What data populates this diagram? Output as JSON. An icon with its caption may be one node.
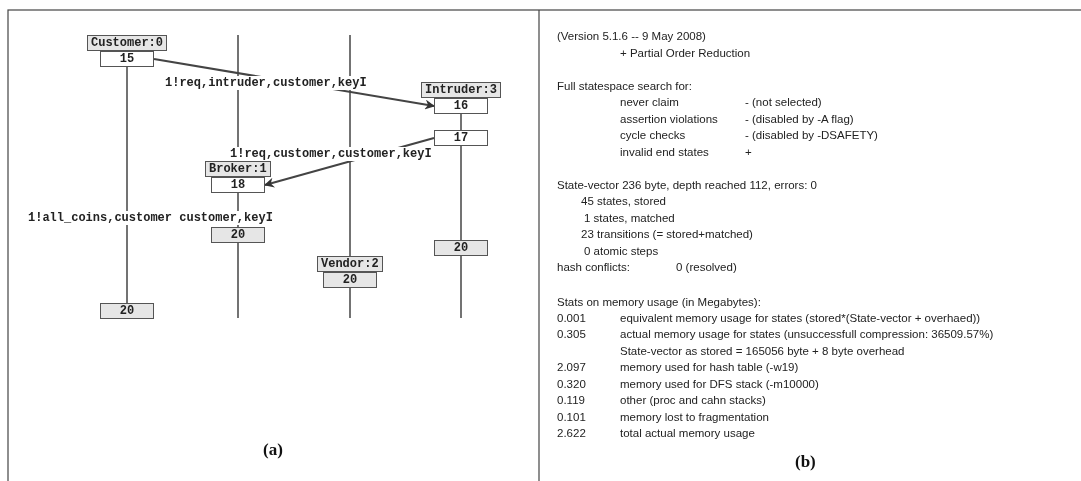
{
  "diagram": {
    "nodes": [
      {
        "text": [
          "Customer:0"
        ]
      },
      {
        "text": [
          "15"
        ]
      },
      {
        "text": [
          "Intruder:3"
        ]
      },
      {
        "text": [
          "16"
        ]
      },
      {
        "text": [
          "17"
        ]
      },
      {
        "text": [
          "Broker:1"
        ]
      },
      {
        "text": [
          "18"
        ]
      },
      {
        "text": [
          "20"
        ]
      },
      {
        "text": [
          "20"
        ]
      },
      {
        "text": [
          "Vendor:2"
        ]
      },
      {
        "text": [
          "20"
        ]
      },
      {
        "text": [
          "20"
        ]
      }
    ],
    "edges": [
      {
        "from": 1,
        "to": 3,
        "arrow": "to",
        "label": "1!req,intruder,customer,keyI"
      },
      {
        "from": 4,
        "to": 6,
        "arrow": "to",
        "label": "1!req,customer,customer,keyI"
      },
      {
        "from": 1,
        "to": 11,
        "arrow": "none"
      },
      {
        "from": 3,
        "to": 4,
        "arrow": "none"
      },
      {
        "from": 4,
        "to": 8,
        "arrow": "none"
      },
      {
        "from": 6,
        "to": 7,
        "arrow": "none"
      }
    ],
    "labels": [
      "1!all_coins,customer customer,keyI",
      "(a)",
      "(Version 5.1.6 -- 9 May 2008)",
      "+ Partial Order Reduction",
      "Full statespace search for:",
      "never claim",
      "- (not selected)",
      "assertion violations",
      "- (disabled by -A flag)",
      "cycle checks",
      "- (disabled by -DSAFETY)",
      "invalid end states",
      "+",
      "State-vector 236 byte, depth reached 112, errors: 0",
      "45 states, stored",
      "1 states, matched",
      "23 transitions (= stored+matched)",
      "0 atomic steps",
      "hash conflicts:",
      "0 (resolved)",
      "Stats on memory usage (in Megabytes):",
      "0.001",
      "equivalent memory usage for states (stored*(State-vector + overhaed))",
      "0.305",
      "actual memory usage for states (unsuccessfull compression: 36509.57%)",
      "State-vector as stored = 165056 byte + 8 byte overhead",
      "2.097",
      "memory used for hash table (-w19)",
      "0.320",
      "memory used for DFS stack (-m10000)",
      "0.119",
      "other (proc and cahn stacks)",
      "0.101",
      "memory lost to fragmentation",
      "2.622",
      "total actual memory usage",
      "(b)"
    ]
  }
}
